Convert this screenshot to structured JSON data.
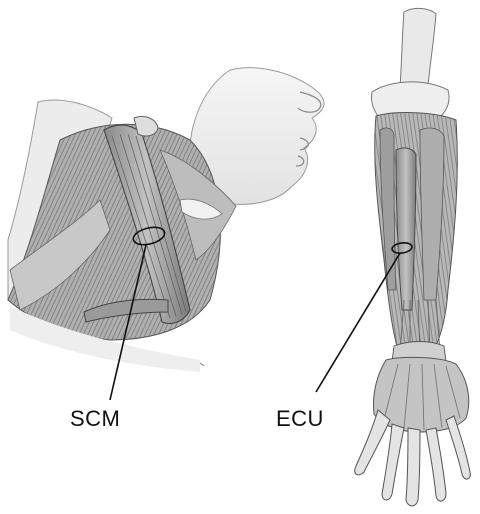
{
  "labels": {
    "neck_muscle": "SCM",
    "forearm_muscle": "ECU"
  },
  "illustrations": {
    "left": "neck-anatomy-illustration",
    "right": "forearm-hand-anatomy-illustration"
  },
  "colors": {
    "ink": "#1a1a1a",
    "muscle_dark": "#6e6e6e",
    "muscle_mid": "#a6a6a6",
    "muscle_light": "#d4d4d4",
    "skin": "#efefef",
    "bone": "#e6e6e6"
  }
}
